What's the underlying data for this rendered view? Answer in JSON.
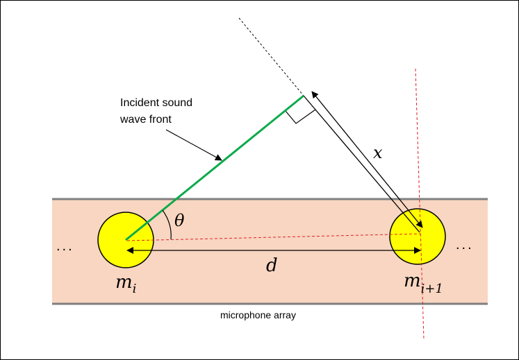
{
  "labels": {
    "wave_front_line1": "Incident sound",
    "wave_front_line2": "wave front",
    "theta": "θ",
    "x": "x",
    "d": "d",
    "mic_left": "m",
    "mic_left_sub": "i",
    "mic_right": "m",
    "mic_right_sub": "i+1",
    "array": "microphone array",
    "ellipsis_left": "...",
    "ellipsis_right": "..."
  },
  "colors": {
    "band": "#f8d6c1",
    "band_border": "#7f7f7f",
    "mic_fill": "#ffff00",
    "mic_stroke": "#000000",
    "wave_front": "#0aaa4a",
    "red_dashed": "#e0202a"
  },
  "icons": {
    "right_angle": "right-angle-marker",
    "arrow": "arrowhead"
  }
}
